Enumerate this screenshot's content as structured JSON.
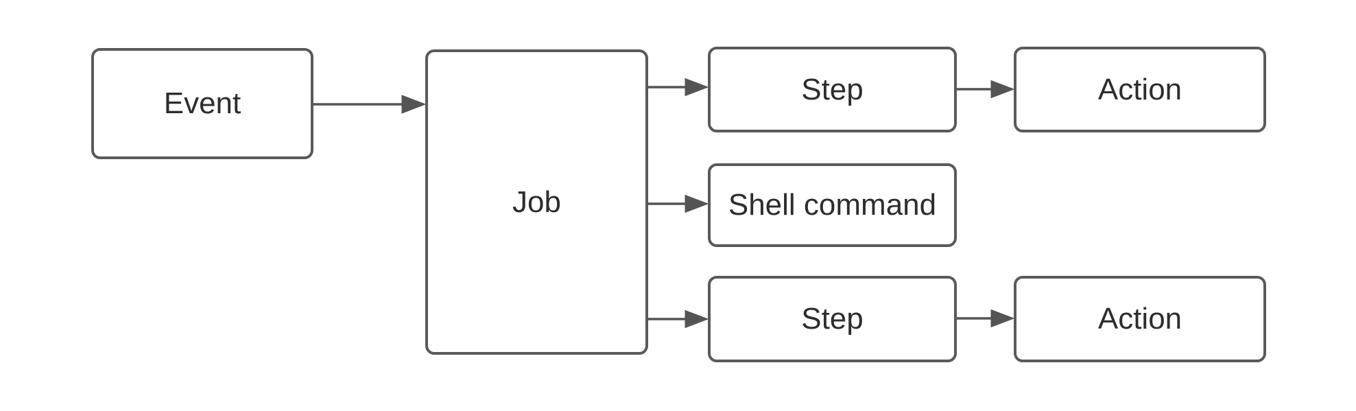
{
  "diagram": {
    "title": "Workflow diagram: Event triggers Job which runs Steps, Shell command, and Actions",
    "background_color": "#ffffff",
    "node_border_color": "#5a5a5a",
    "edge_color": "#545454",
    "text_color": "#2d2d2d",
    "nodes": [
      {
        "id": "event",
        "label": "Event"
      },
      {
        "id": "job",
        "label": "Job"
      },
      {
        "id": "step-top",
        "label": "Step"
      },
      {
        "id": "action-top",
        "label": "Action"
      },
      {
        "id": "shell-command",
        "label": "Shell command"
      },
      {
        "id": "step-bottom",
        "label": "Step"
      },
      {
        "id": "action-bottom",
        "label": "Action"
      }
    ],
    "edges": [
      {
        "from": "Event",
        "to": "Job"
      },
      {
        "from": "Job",
        "to": "Step (top)"
      },
      {
        "from": "Job",
        "to": "Shell command"
      },
      {
        "from": "Job",
        "to": "Step (bottom)"
      },
      {
        "from": "Step (top)",
        "to": "Action (top)"
      },
      {
        "from": "Step (bottom)",
        "to": "Action (bottom)"
      }
    ]
  }
}
